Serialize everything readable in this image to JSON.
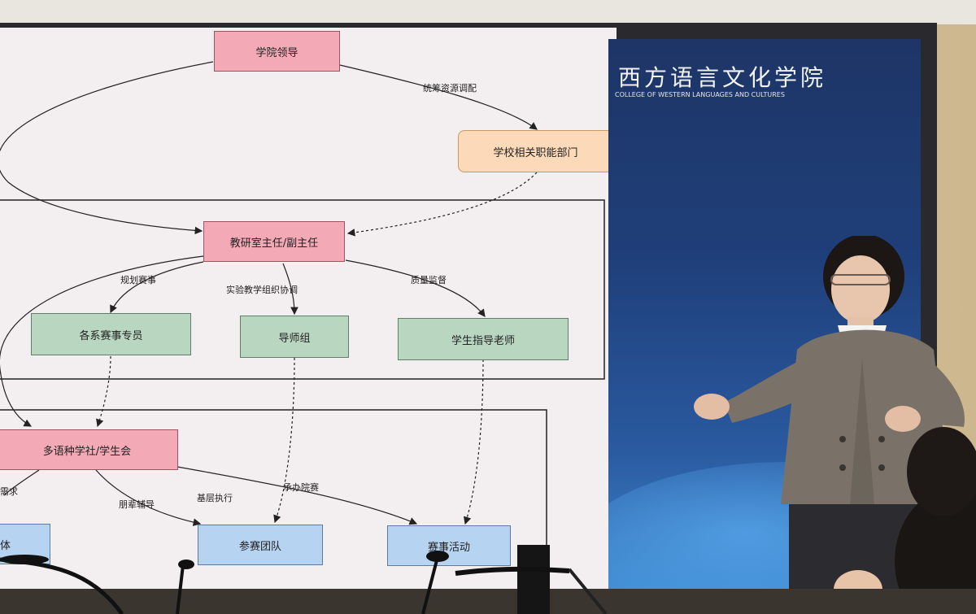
{
  "panel": {
    "title": "西方语言文化学院",
    "subtitle": "COLLEGE OF WESTERN LANGUAGES AND CULTURES"
  },
  "chart": {
    "nodes": {
      "college_leader": "学院领导",
      "school_departments": "学校相关职能部门",
      "office_director": "教研室主任/副主任",
      "dept_specialist": "各系赛事专员",
      "mentor_group": "导师组",
      "student_teacher": "学生指导老师",
      "student_union": "多语种学社/学生会",
      "left_partial": "体",
      "teams": "参赛团队",
      "events": "赛事活动"
    },
    "edges": {
      "coordinate": "统筹资源调配",
      "plan": "规划赛事",
      "experiment": "实验教学组织协调",
      "quality": "质量监督",
      "need": "需求",
      "peer": "朋辈辅导",
      "grassroots": "基层执行",
      "host": "承办院赛"
    }
  }
}
